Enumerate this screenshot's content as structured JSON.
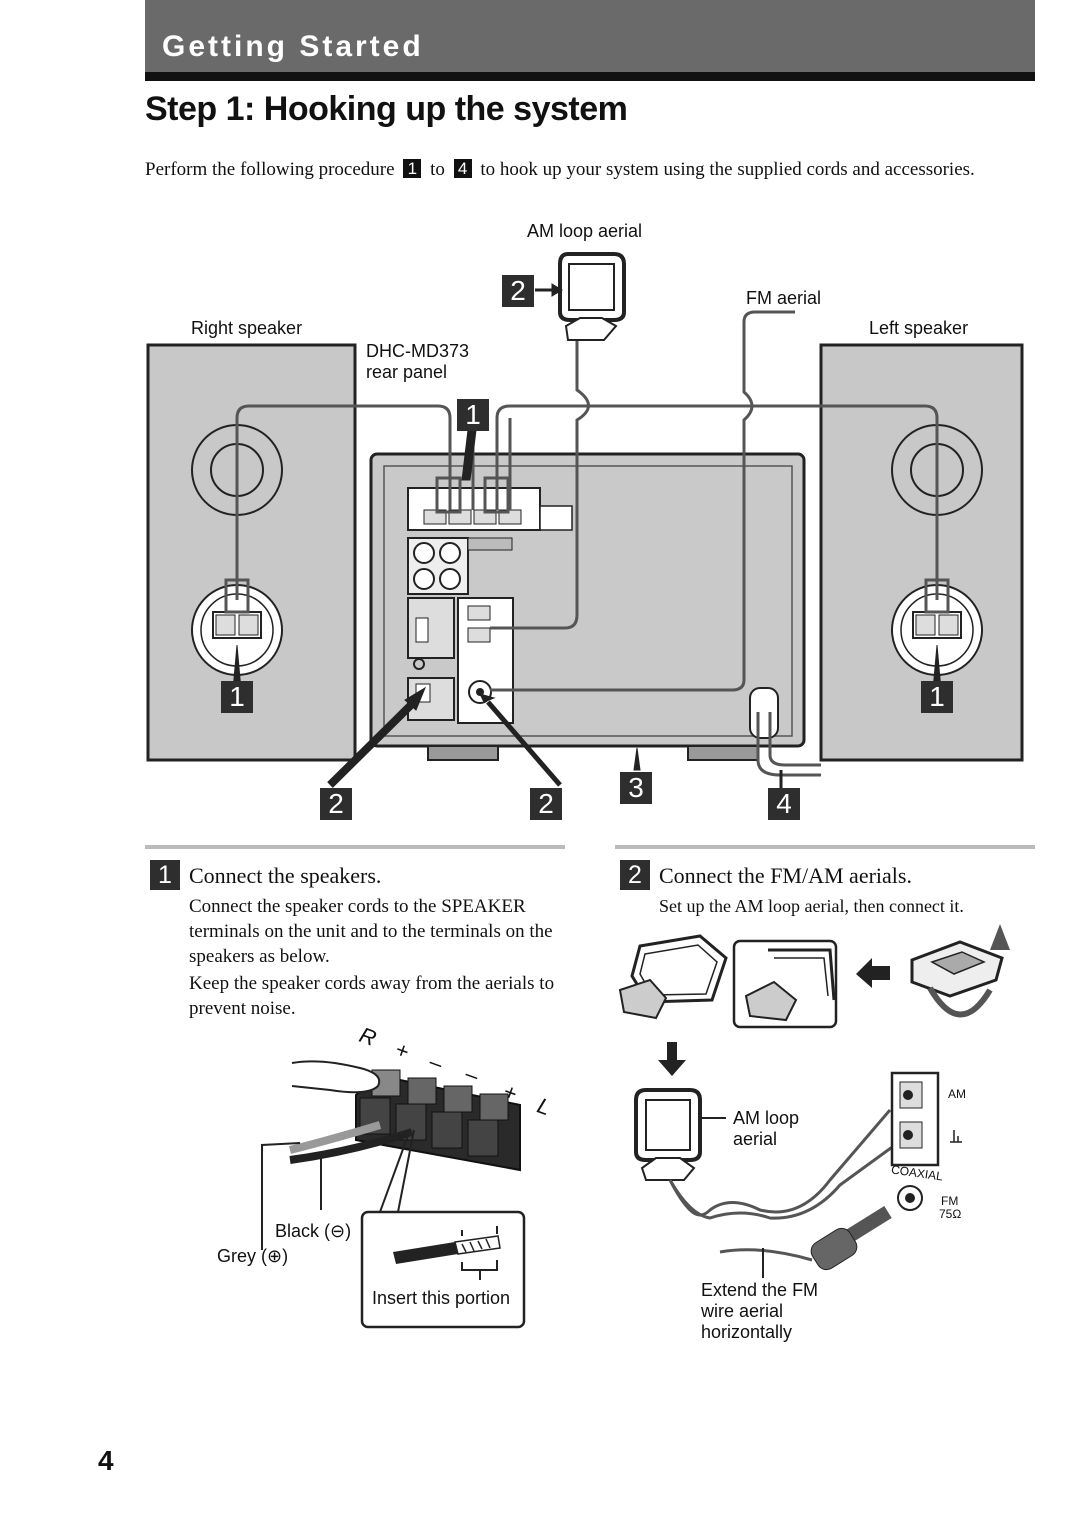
{
  "header": {
    "section": "Getting Started",
    "title": "Step 1: Hooking up the system"
  },
  "intro": {
    "before": "Perform the following procedure",
    "from_num": "1",
    "middle": "to",
    "to_num": "4",
    "after": "to hook up your system using the supplied cords and accessories."
  },
  "main_diagram": {
    "am_loop_label": "AM loop aerial",
    "fm_label": "FM aerial",
    "right_speaker": "Right speaker",
    "left_speaker": "Left speaker",
    "rear_panel_model": "DHC-MD373",
    "rear_panel_label": "rear panel",
    "callouts": {
      "one": "1",
      "two": "2",
      "three": "3",
      "four": "4"
    }
  },
  "step1": {
    "num": "1",
    "heading": "Connect the speakers.",
    "para1": "Connect the speaker cords to the SPEAKER terminals on the unit and to the terminals on the speakers as below.",
    "para2": "Keep the speaker cords away from the aerials to prevent noise.",
    "terminal_marks": {
      "r": "R",
      "plus1": "+",
      "minus1": "–",
      "minus2": "–",
      "plus2": "+",
      "l": "L"
    },
    "black_label": "Black (⊖)",
    "grey_label": "Grey (⊕)",
    "insert_label": "Insert this portion"
  },
  "step2": {
    "num": "2",
    "heading": "Connect the FM/AM aerials.",
    "para": "Set up the AM loop aerial, then connect it.",
    "am_loop_label_line1": "AM loop",
    "am_loop_label_line2": "aerial",
    "am_terminal": "AM",
    "coaxial": "COAXIAL",
    "fm": "FM",
    "fm_ohm": "75Ω",
    "extend_line1": "Extend the FM",
    "extend_line2": "wire aerial",
    "extend_line3": "horizontally"
  },
  "page_number": "4"
}
